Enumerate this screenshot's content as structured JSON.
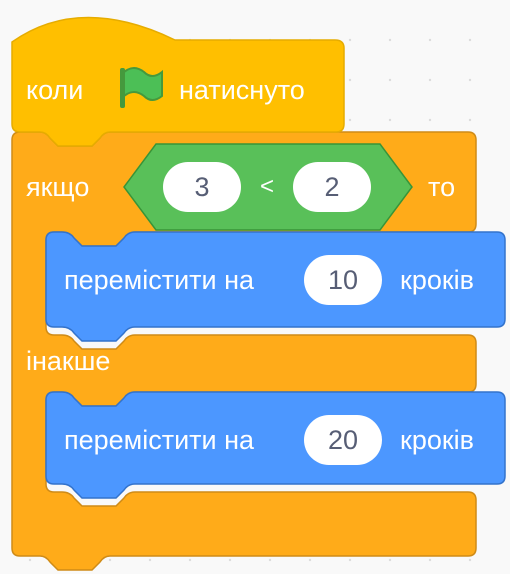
{
  "script": {
    "hat": {
      "label_before": "коли",
      "icon": "green-flag-icon",
      "label_after": "натиснуто"
    },
    "if_block": {
      "label_if": "якщо",
      "label_then": "то",
      "label_else": "інакше",
      "condition": {
        "left": "3",
        "operator": "<",
        "right": "2"
      }
    },
    "then_branch": {
      "label_before": "перемістити на",
      "value": "10",
      "label_after": "кроків"
    },
    "else_branch": {
      "label_before": "перемістити на",
      "value": "20",
      "label_after": "кроків"
    }
  },
  "colors": {
    "events": "#ffbf00",
    "events_border": "#e6ac00",
    "control": "#ffab19",
    "control_border": "#cf8b17",
    "motion": "#4c97ff",
    "motion_border": "#3373cc",
    "operators": "#59c059",
    "operators_border": "#389438",
    "flag": "#4cbf56",
    "background": "#f9f9f9"
  }
}
